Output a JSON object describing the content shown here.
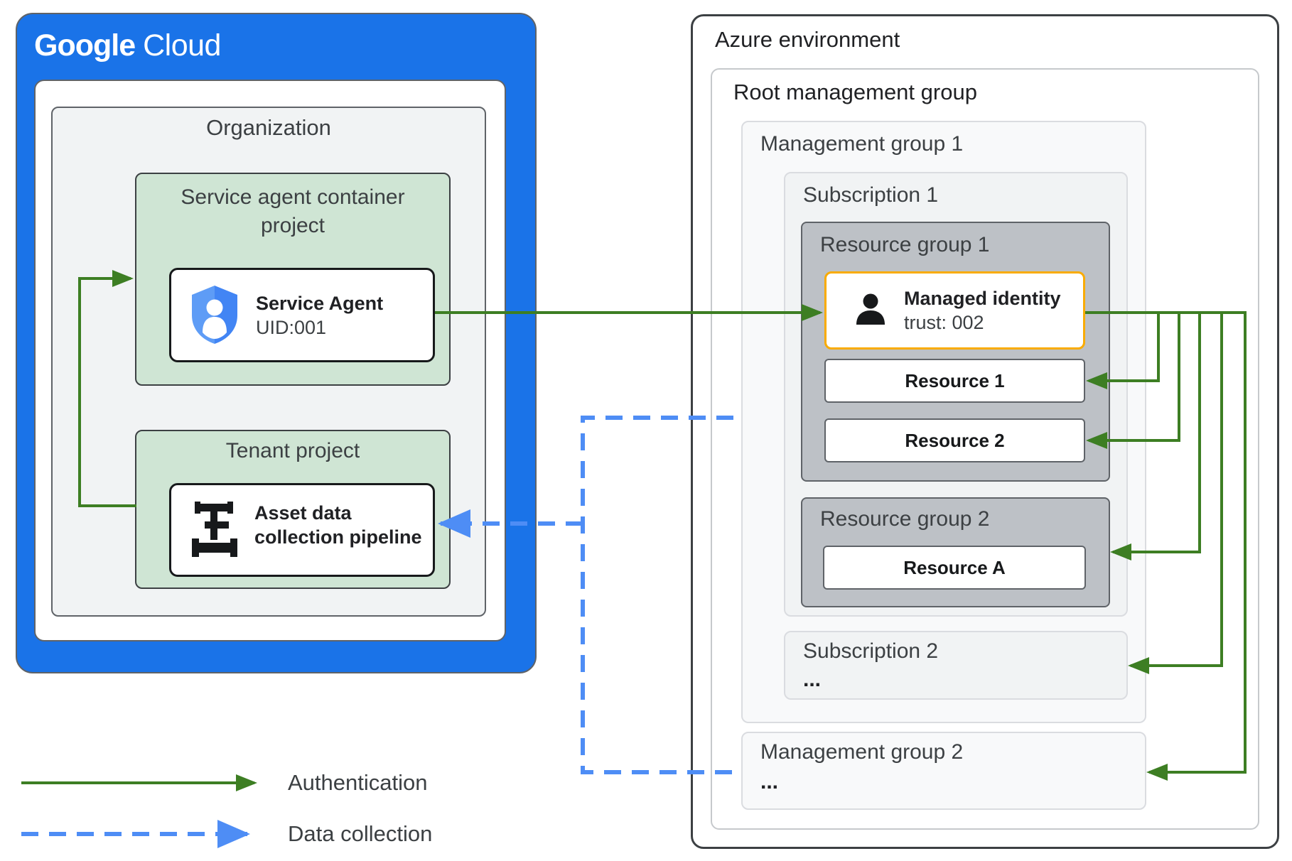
{
  "google": {
    "logo": {
      "part1": "Google",
      "part2": "Cloud"
    },
    "organization": {
      "title": "Organization"
    },
    "sa_project": {
      "title": "Service agent container project"
    },
    "service_agent": {
      "name": "Service Agent",
      "uid": "UID:001"
    },
    "tenant_project": {
      "title": "Tenant project"
    },
    "pipeline": {
      "line1": "Asset data",
      "line2": "collection pipeline"
    }
  },
  "azure": {
    "title": "Azure environment",
    "root": {
      "title": "Root management group"
    },
    "mg1": {
      "title": "Management group 1"
    },
    "sub1": {
      "title": "Subscription 1"
    },
    "rg1": {
      "title": "Resource group 1",
      "managed_identity": {
        "name": "Managed identity",
        "trust": "trust: 002"
      },
      "resources": [
        "Resource 1",
        "Resource 2"
      ]
    },
    "rg2": {
      "title": "Resource group 2",
      "resources": [
        "Resource A"
      ]
    },
    "sub2": {
      "title": "Subscription 2",
      "more": "..."
    },
    "mg2": {
      "title": "Management group 2",
      "more": "..."
    }
  },
  "legend": {
    "authentication": "Authentication",
    "data_collection": "Data collection"
  },
  "colors": {
    "google_blue": "#1a73e8",
    "authentication_green": "#3d7e23",
    "data_collection_blue": "#4e8df5",
    "managed_identity_border": "#f9ab00",
    "resource_group_gray": "#bdc1c6",
    "project_green": "#cfe5d4"
  }
}
